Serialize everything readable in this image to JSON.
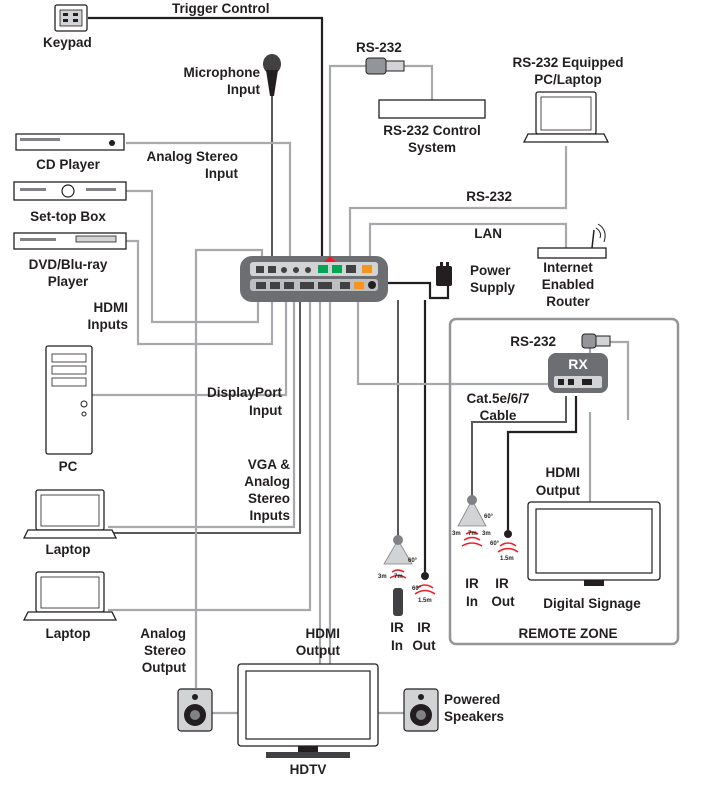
{
  "labels": {
    "trigger_control": "Trigger Control",
    "keypad": "Keypad",
    "rs232_top": "RS-232",
    "microphone_1": "Microphone",
    "microphone_2": "Input",
    "rs232_control_1": "RS-232 Control",
    "rs232_control_2": "System",
    "rs232_pc_1": "RS-232 Equipped",
    "rs232_pc_2": "PC/Laptop",
    "cd_player": "CD Player",
    "analog_stereo_in_1": "Analog Stereo",
    "analog_stereo_in_2": "Input",
    "set_top_box": "Set-top Box",
    "rs232_mid": "RS-232",
    "dvd_1": "DVD/Blu-ray",
    "dvd_2": "Player",
    "lan": "LAN",
    "internet_1": "Internet",
    "internet_2": "Enabled",
    "internet_3": "Router",
    "power_1": "Power",
    "power_2": "Supply",
    "hdmi_inputs_1": "HDMI",
    "hdmi_inputs_2": "Inputs",
    "rs232_remote": "RS-232",
    "rx": "RX",
    "pc": "PC",
    "displayport_1": "DisplayPort",
    "displayport_2": "Input",
    "cat5_1": "Cat.5e/6/7",
    "cat5_2": "Cable",
    "vga_1": "VGA &",
    "vga_2": "Analog",
    "vga_3": "Stereo",
    "vga_4": "Inputs",
    "hdmi_output_remote_1": "HDMI",
    "hdmi_output_remote_2": "Output",
    "laptop_1": "Laptop",
    "laptop_2": "Laptop",
    "ir_in_remote_1": "IR",
    "ir_in_remote_2": "In",
    "ir_out_remote_1": "IR",
    "ir_out_remote_2": "Out",
    "digital_signage": "Digital Signage",
    "remote_zone": "REMOTE ZONE",
    "analog_out_1": "Analog",
    "analog_out_2": "Stereo",
    "analog_out_3": "Output",
    "hdmi_out_1": "HDMI",
    "hdmi_out_2": "Output",
    "ir_in_1": "IR",
    "ir_in_2": "In",
    "ir_out_1": "IR",
    "ir_out_2": "Out",
    "powered_speakers_1": "Powered",
    "powered_speakers_2": "Speakers",
    "hdtv": "HDTV"
  },
  "ir_marks": {
    "range": "3m",
    "range2": "7m",
    "angle": "60°",
    "cable_len": "1.5m"
  },
  "colors": {
    "cable_gray": "#a7a9ac",
    "cable_dark": "#58595b",
    "device_outline": "#231f20",
    "unit_body": "#6d6e71",
    "remote_zone_border": "#939598",
    "ir_red": "#ed1c24",
    "terminal_green": "#00a651"
  },
  "icons": [
    "keypad-icon",
    "microphone-icon",
    "cd-player-icon",
    "set-top-box-icon",
    "dvd-player-icon",
    "pc-tower-icon",
    "laptop-icon",
    "router-icon",
    "power-supply-icon",
    "speaker-icon",
    "hdtv-icon",
    "ir-emitter-icon",
    "ir-receiver-icon"
  ]
}
